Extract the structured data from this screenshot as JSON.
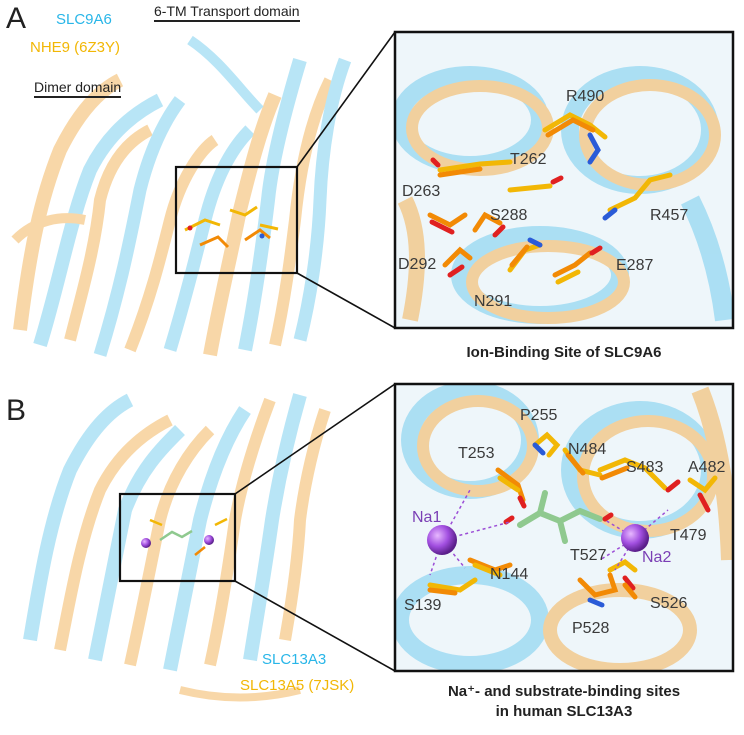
{
  "panel_a": {
    "letter": "A",
    "legend_slc9a6": "SLC9A6",
    "legend_nhe9": "NHE9 (6Z3Y)",
    "label_transport": "6-TM Transport domain",
    "label_dimer": "Dimer domain",
    "residues": [
      "R490",
      "T262",
      "D263",
      "S288",
      "R457",
      "D292",
      "E287",
      "N291"
    ],
    "caption": "Ion-Binding Site of SLC9A6"
  },
  "panel_b": {
    "letter": "B",
    "legend_slc13a3": "SLC13A3",
    "legend_slc13a5": "SLC13A5 (7JSK)",
    "residues": [
      "P255",
      "T253",
      "N484",
      "S483",
      "A482",
      "T479",
      "N144",
      "T527",
      "S139",
      "S526",
      "P528"
    ],
    "ions": [
      "Na1",
      "Na2"
    ],
    "caption_line1": "Na⁺- and substrate-binding sites",
    "caption_line2": "in human SLC13A3"
  },
  "colors": {
    "slc9a6_blue": "#29b6e8",
    "nhe9_orange": "#f2b705",
    "sodium_purple": "#9b4dd6",
    "oxygen_red": "#e02020",
    "nitrogen_blue": "#2a5bd7",
    "substrate_green": "#8fc98f"
  }
}
